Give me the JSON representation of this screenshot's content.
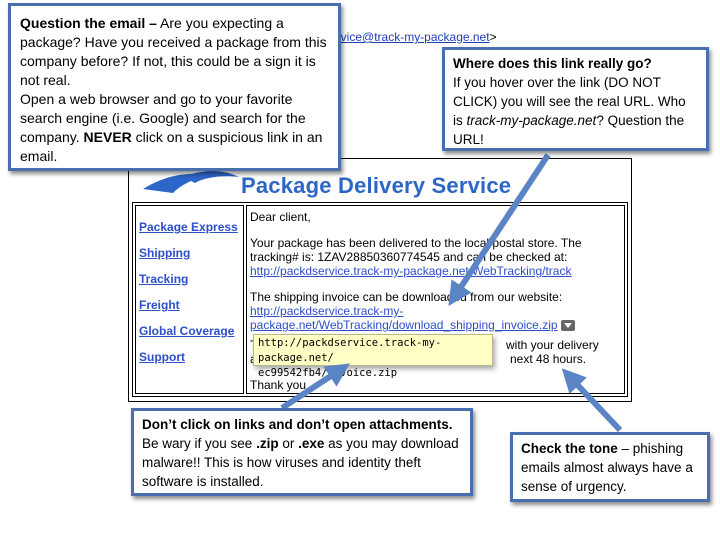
{
  "sender": {
    "address_visible": "ervice@track-my-package.net",
    "tail": ">"
  },
  "email": {
    "title": "Package Delivery Service",
    "nav": [
      "Package Express",
      "Shipping",
      "Tracking",
      "Freight",
      "Global Coverage",
      "Support"
    ],
    "greeting": "Dear client,",
    "delivered_line1": "Your package has been delivered to the local postal store. The",
    "delivered_line2": "tracking# is: 1ZAV28850360774545 and can be checked at:",
    "tracking_url": "http://packdservice.track-my-package.net/WebTracking/track",
    "invoice_line": "The shipping invoice can be downloaded from our website:",
    "invoice_url_1": "http://packdservice.track-my-",
    "invoice_url_2": "package.net/WebTracking/download_shipping_invoice.zip",
    "urgency_line1_start": "To",
    "urgency_line1_end": "with your delivery",
    "urgency_line2_start": "ac",
    "urgency_line2_end": "next 48 hours.",
    "signoff": "Thank you"
  },
  "tooltip": {
    "line1": "http://packdservice.track-my-package.net/",
    "line2": "ec99542fb4/invoice.zip"
  },
  "callouts": {
    "question_email": {
      "heading": "Question the email –",
      "text1": " Are you expecting a package? Have you received a package from this company before? If not, this could be a sign it is not real.",
      "text2": "Open a web browser and go to your favorite search engine (i.e. Google) and search for the company. ",
      "never": "NEVER",
      "text3": " click on a suspicious link in an email."
    },
    "link": {
      "heading": "Where does this link really go?",
      "text1": "If you hover over the link (DO NOT CLICK) you will see the real URL. Who is ",
      "domain": "track-my-package.net",
      "text2": "? Question the URL!"
    },
    "attachments": {
      "heading": "Don’t click on links and don’t open attachments.",
      "text1": " Be wary if you see ",
      "zip": ".zip",
      "or": " or ",
      "exe": ".exe",
      "text2": " as you may download malware!! This is how viruses and identity theft software is installed."
    },
    "tone": {
      "heading": "Check the tone",
      "text": " – phishing emails almost always have a sense of urgency."
    }
  },
  "colors": {
    "callout_border": "#4a6fae",
    "arrow": "#5b84c4",
    "link": "#2d4fc9",
    "banner_title": "#2d66c7",
    "tooltip_bg": "#ffffc6"
  }
}
